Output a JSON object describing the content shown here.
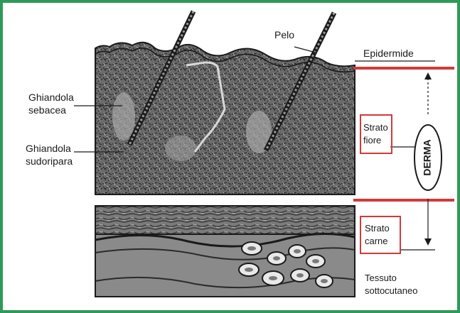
{
  "labels": {
    "hair": "Pelo",
    "epidermis": "Epidermide",
    "sebaceous_line1": "Ghiandola",
    "sebaceous_line2": "sebacea",
    "sweat_line1": "Ghiandola",
    "sweat_line2": "sudoripara",
    "grain_line1": "Strato",
    "grain_line2": "fiore",
    "dermis": "DERMA",
    "flesh_line1": "Strato",
    "flesh_line2": "carne",
    "subcutis_line1": "Tessuto",
    "subcutis_line2": "sottocutaneo"
  },
  "colors": {
    "frame": "#2e9a57",
    "highlight": "#d23a3a",
    "ink": "#1a1a1a",
    "tissue": "#5a5a5a"
  }
}
